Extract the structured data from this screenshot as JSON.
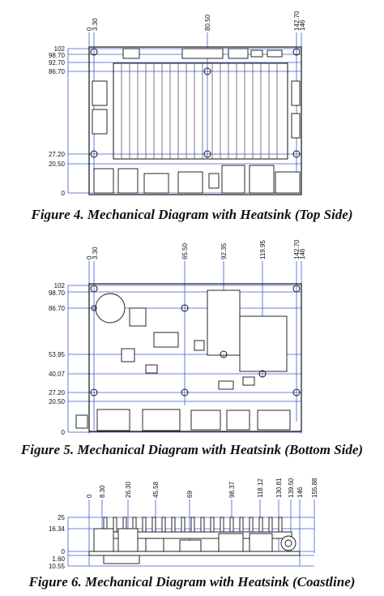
{
  "figures": [
    {
      "caption": "Figure 4. Mechanical Diagram with Heatsink (Top Side)",
      "x_ticks": [
        "0",
        "3.30",
        "80.50",
        "142.70",
        "146"
      ],
      "y_ticks": [
        "102",
        "98.70",
        "92.70",
        "86.70",
        "27.20",
        "20.50",
        "0"
      ]
    },
    {
      "caption": "Figure 5. Mechanical Diagram with Heatsink (Bottom Side)",
      "x_ticks": [
        "0",
        "3.30",
        "65.50",
        "92.35",
        "119.95",
        "142.70",
        "146"
      ],
      "y_ticks": [
        "102",
        "98.70",
        "86.70",
        "53.95",
        "40.07",
        "27.20",
        "20.50",
        "0"
      ]
    },
    {
      "caption": "Figure 6. Mechanical Diagram with Heatsink (Coastline)",
      "x_ticks": [
        "0",
        "8.30",
        "26.30",
        "45.58",
        "69",
        "98.37",
        "118.12",
        "130.81",
        "139.50",
        "146",
        "155.88"
      ],
      "y_ticks": [
        "25",
        "16.34",
        "0",
        "1.60",
        "10.55"
      ]
    }
  ],
  "colors": {
    "dimension_line": "#3a5bd9",
    "outline": "#111111"
  }
}
